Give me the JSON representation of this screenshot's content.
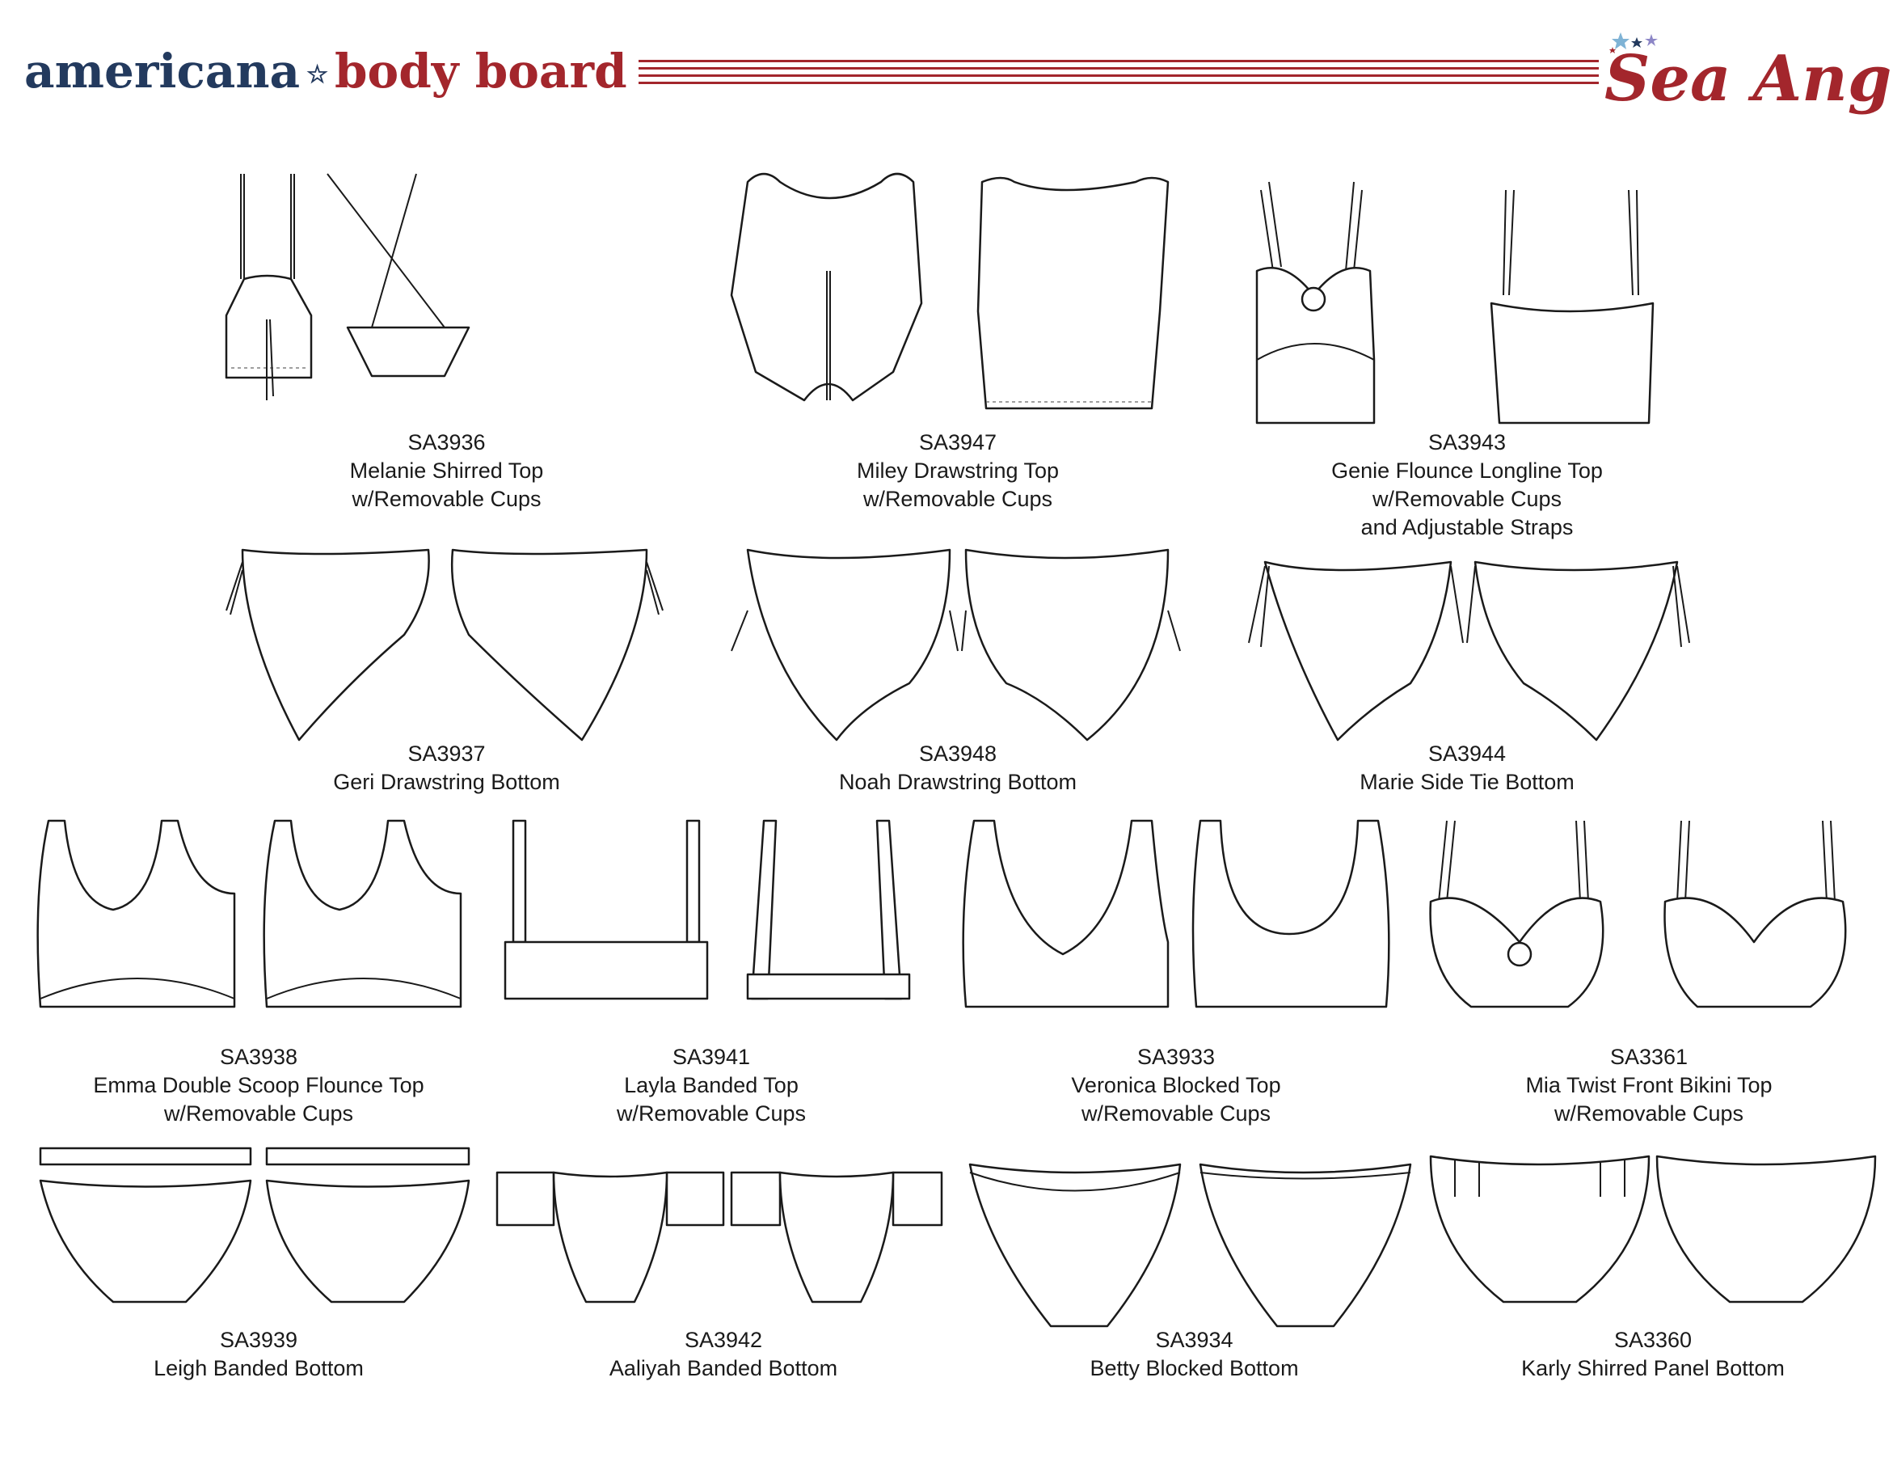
{
  "header": {
    "brand_part1": "americana",
    "brand_star": "☆",
    "brand_part2": "body board",
    "logo_text": "Sea Angel",
    "colors": {
      "navy": "#233a5e",
      "red": "#a3262c"
    }
  },
  "items": [
    {
      "code": "SA3936",
      "lines": [
        "Melanie Shirred Top",
        "w/Removable Cups"
      ],
      "category": "top"
    },
    {
      "code": "SA3947",
      "lines": [
        "Miley Drawstring Top",
        "w/Removable Cups"
      ],
      "category": "top"
    },
    {
      "code": "SA3943",
      "lines": [
        "Genie Flounce Longline Top",
        "w/Removable Cups",
        "and Adjustable Straps"
      ],
      "category": "top"
    },
    {
      "code": "SA3937",
      "lines": [
        "Geri Drawstring Bottom"
      ],
      "category": "bottom"
    },
    {
      "code": "SA3948",
      "lines": [
        "Noah Drawstring Bottom"
      ],
      "category": "bottom"
    },
    {
      "code": "SA3944",
      "lines": [
        "Marie Side Tie Bottom"
      ],
      "category": "bottom"
    },
    {
      "code": "SA3938",
      "lines": [
        "Emma Double Scoop Flounce Top",
        "w/Removable Cups"
      ],
      "category": "top"
    },
    {
      "code": "SA3941",
      "lines": [
        "Layla Banded Top",
        "w/Removable Cups"
      ],
      "category": "top"
    },
    {
      "code": "SA3933",
      "lines": [
        "Veronica Blocked Top",
        "w/Removable Cups"
      ],
      "category": "top"
    },
    {
      "code": "SA3361",
      "lines": [
        "Mia Twist Front Bikini Top",
        "w/Removable Cups"
      ],
      "category": "top"
    },
    {
      "code": "SA3939",
      "lines": [
        "Leigh Banded Bottom"
      ],
      "category": "bottom"
    },
    {
      "code": "SA3942",
      "lines": [
        "Aaliyah Banded Bottom"
      ],
      "category": "bottom"
    },
    {
      "code": "SA3934",
      "lines": [
        "Betty Blocked Bottom"
      ],
      "category": "bottom"
    },
    {
      "code": "SA3360",
      "lines": [
        "Karly Shirred Panel Bottom"
      ],
      "category": "bottom"
    }
  ]
}
